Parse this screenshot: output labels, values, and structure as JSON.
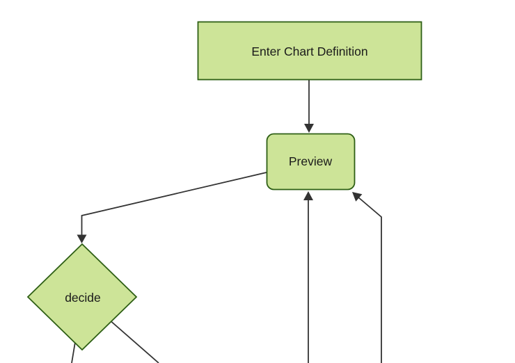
{
  "diagram": {
    "type": "flowchart",
    "direction": "top-down",
    "background": "#ffffff",
    "nodes": [
      {
        "id": "enter-chart-definition",
        "label": "Enter Chart Definition",
        "shape": "rectangle"
      },
      {
        "id": "preview",
        "label": "Preview",
        "shape": "rounded-rectangle"
      },
      {
        "id": "decide",
        "label": "decide",
        "shape": "diamond"
      }
    ],
    "edges": [
      {
        "from": "Enter Chart Definition",
        "to": "Preview",
        "arrowhead": true
      },
      {
        "from": "Preview",
        "to": "decide",
        "arrowhead": true
      },
      {
        "from": "decide",
        "to": "off-screen bottom-left",
        "arrowhead": false
      },
      {
        "from": "decide",
        "to": "off-screen bottom-right",
        "arrowhead": false
      },
      {
        "from": "off-screen bottom",
        "to": "Preview",
        "arrowhead": true
      },
      {
        "from": "off-screen bottom-right",
        "to": "Preview",
        "arrowhead": true
      }
    ],
    "colors": {
      "node_fill": "#cde498",
      "node_border": "#2e5f15",
      "edge_line": "#333333",
      "arrowhead": "#333333",
      "label_text": "#1a1a1a",
      "background": "#ffffff"
    }
  }
}
